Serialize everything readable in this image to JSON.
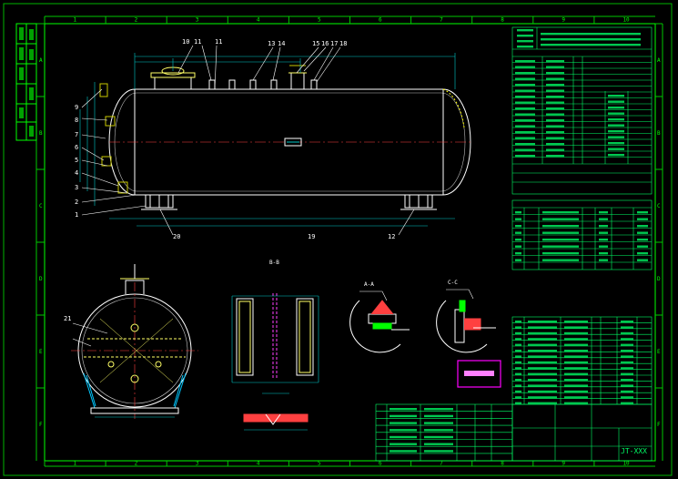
{
  "drawing": {
    "drawing_number": "JT-XXX",
    "border_cols_top": [
      "1",
      "2",
      "3",
      "4",
      "5",
      "6",
      "7",
      "8",
      "9",
      "10"
    ],
    "border_rows_left": [
      "A",
      "B",
      "C",
      "D",
      "E",
      "F"
    ],
    "callouts_top": [
      "10",
      "11",
      "11",
      "13",
      "14",
      "15",
      "16",
      "17",
      "18"
    ],
    "callouts_left": [
      "9",
      "8",
      "7",
      "6",
      "5",
      "4",
      "3",
      "2",
      "1"
    ],
    "callouts_bottom": [
      "20",
      "19",
      "12"
    ],
    "callout_side_view": "21",
    "section_label": "B-B",
    "detail_labels": [
      "A-A",
      "C-C"
    ],
    "stamp_color": "#ff00ff"
  },
  "colors": {
    "background": "#000000",
    "lines": "#ffffff",
    "frame": "#00ff00",
    "dims": "#00c8c8",
    "nozzles": "#c8c800",
    "tables": "#00ff66",
    "stamp": "#ff00ff"
  }
}
